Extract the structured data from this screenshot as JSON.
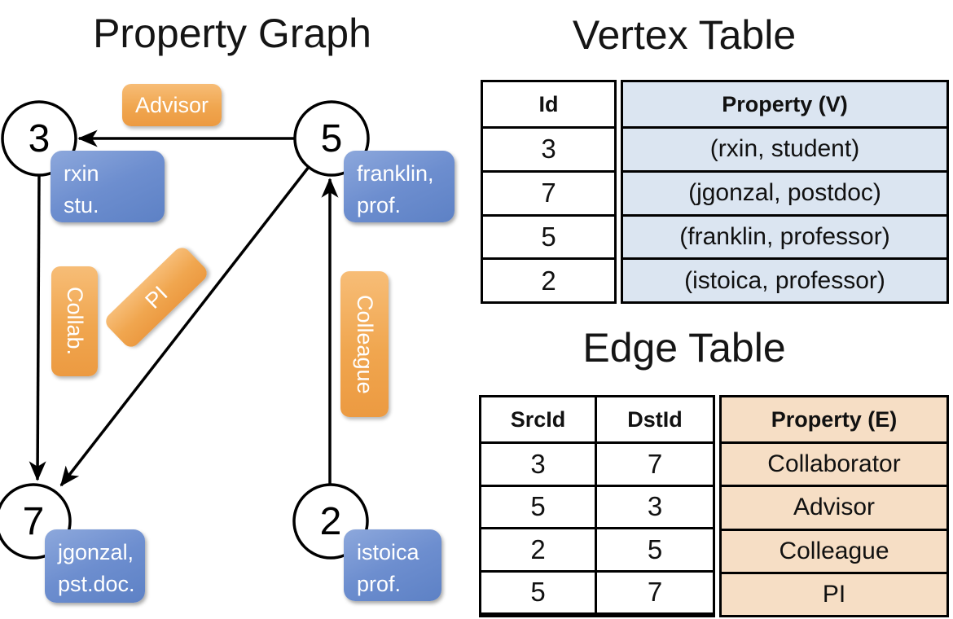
{
  "graph": {
    "title": "Property Graph",
    "nodes": {
      "n3": {
        "label": "3",
        "prop_line1": "rxin",
        "prop_line2": "stu."
      },
      "n5": {
        "label": "5",
        "prop_line1": "franklin,",
        "prop_line2": "prof."
      },
      "n7": {
        "label": "7",
        "prop_line1": "jgonzal,",
        "prop_line2": "pst.doc."
      },
      "n2": {
        "label": "2",
        "prop_line1": "istoica",
        "prop_line2": "prof."
      }
    },
    "edge_labels": {
      "advisor": "Advisor",
      "collab": "Collab.",
      "pi": "PI",
      "colleague": "Colleague"
    }
  },
  "vertex_table": {
    "title": "Vertex Table",
    "col_id": "Id",
    "col_property": "Property (V)",
    "rows": [
      {
        "id": "3",
        "property": "(rxin, student)"
      },
      {
        "id": "7",
        "property": "(jgonzal, postdoc)"
      },
      {
        "id": "5",
        "property": "(franklin, professor)"
      },
      {
        "id": "2",
        "property": "(istoica, professor)"
      }
    ]
  },
  "edge_table": {
    "title": "Edge Table",
    "col_src": "SrcId",
    "col_dst": "DstId",
    "col_property": "Property (E)",
    "rows": [
      {
        "src": "3",
        "dst": "7",
        "property": "Collaborator"
      },
      {
        "src": "5",
        "dst": "3",
        "property": "Advisor"
      },
      {
        "src": "2",
        "dst": "5",
        "property": "Colleague"
      },
      {
        "src": "5",
        "dst": "7",
        "property": "PI"
      }
    ]
  },
  "colors": {
    "vertex_property_fill": "#dbe5f1",
    "edge_property_fill": "#f6dec5",
    "vertex_box_blue": "#6d8ecf",
    "edge_label_orange": "#f0a64f",
    "line_color": "#000000"
  }
}
